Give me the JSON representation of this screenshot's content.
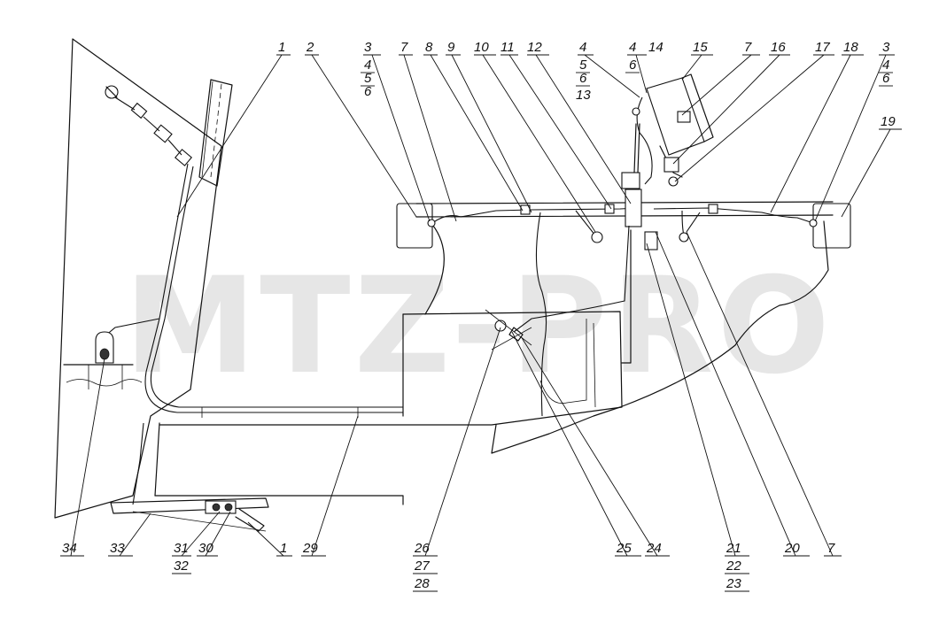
{
  "watermark": "MTZ-PRO",
  "callouts": {
    "c1_top": "1",
    "c2": "2",
    "c3_top": "3",
    "c4_top": "4",
    "c5_top": "5",
    "c6_top": "6",
    "c7_a": "7",
    "c8": "8",
    "c9": "9",
    "c10": "10",
    "c11": "11",
    "c12": "12",
    "c4_mid": "4",
    "c5_mid": "5",
    "c6_mid": "6",
    "c13": "13",
    "c4_r": "4",
    "c6_r": "6",
    "c14": "14",
    "c15": "15",
    "c7_b": "7",
    "c16": "16",
    "c17": "17",
    "c18": "18",
    "c3_r": "3",
    "c4_rr": "4",
    "c6_rr": "6",
    "c19": "19",
    "c34": "34",
    "c33": "33",
    "c31": "31",
    "c32": "32",
    "c30": "30",
    "c1_bot": "1",
    "c29": "29",
    "c26": "26",
    "c27": "27",
    "c28": "28",
    "c25": "25",
    "c24": "24",
    "c21": "21",
    "c22": "22",
    "c23": "23",
    "c20": "20",
    "c7_c": "7"
  }
}
